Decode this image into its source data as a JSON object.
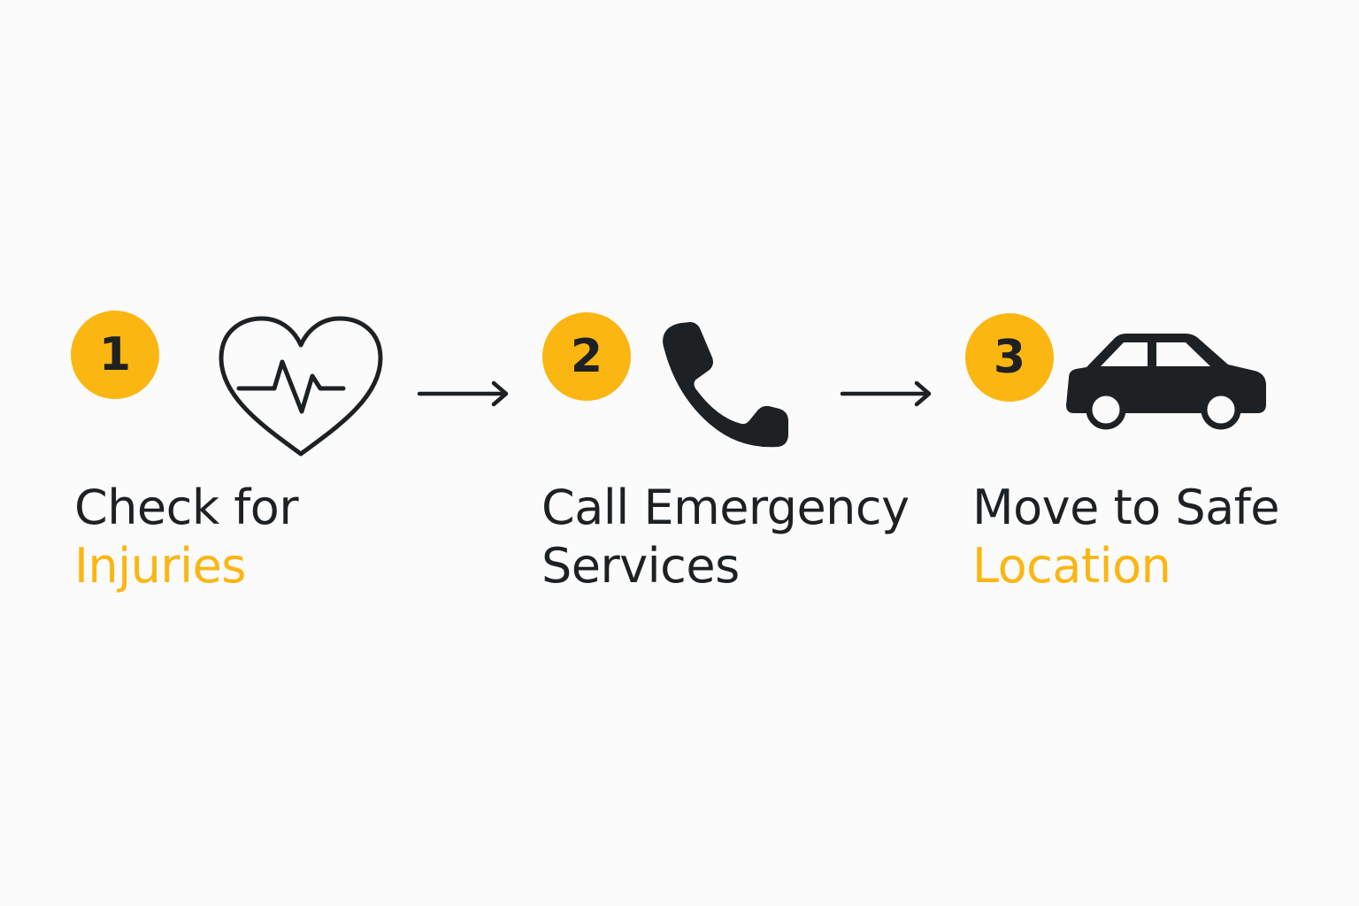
{
  "colors": {
    "accent": "#fbb612",
    "ink": "#1e2124",
    "background": "#fbfbfb"
  },
  "steps": [
    {
      "number": "1",
      "icon": "heart-pulse-icon",
      "label_line1": "Check for",
      "label_line2": "Injuries",
      "line1_color": "#1e2124",
      "line2_color": "#fbb612"
    },
    {
      "number": "2",
      "icon": "phone-icon",
      "label_line1": "Call Emergency",
      "label_line2": "Services",
      "line1_color": "#1e2124",
      "line2_color": "#1e2124"
    },
    {
      "number": "3",
      "icon": "car-icon",
      "label_line1": "Move to Safe",
      "label_line2": "Location",
      "line1_color": "#1e2124",
      "line2_color": "#fbb612"
    }
  ],
  "connectors": [
    {
      "from": "1",
      "to": "2",
      "icon": "arrow-right-icon"
    },
    {
      "from": "2",
      "to": "3",
      "icon": "arrow-right-icon"
    }
  ]
}
